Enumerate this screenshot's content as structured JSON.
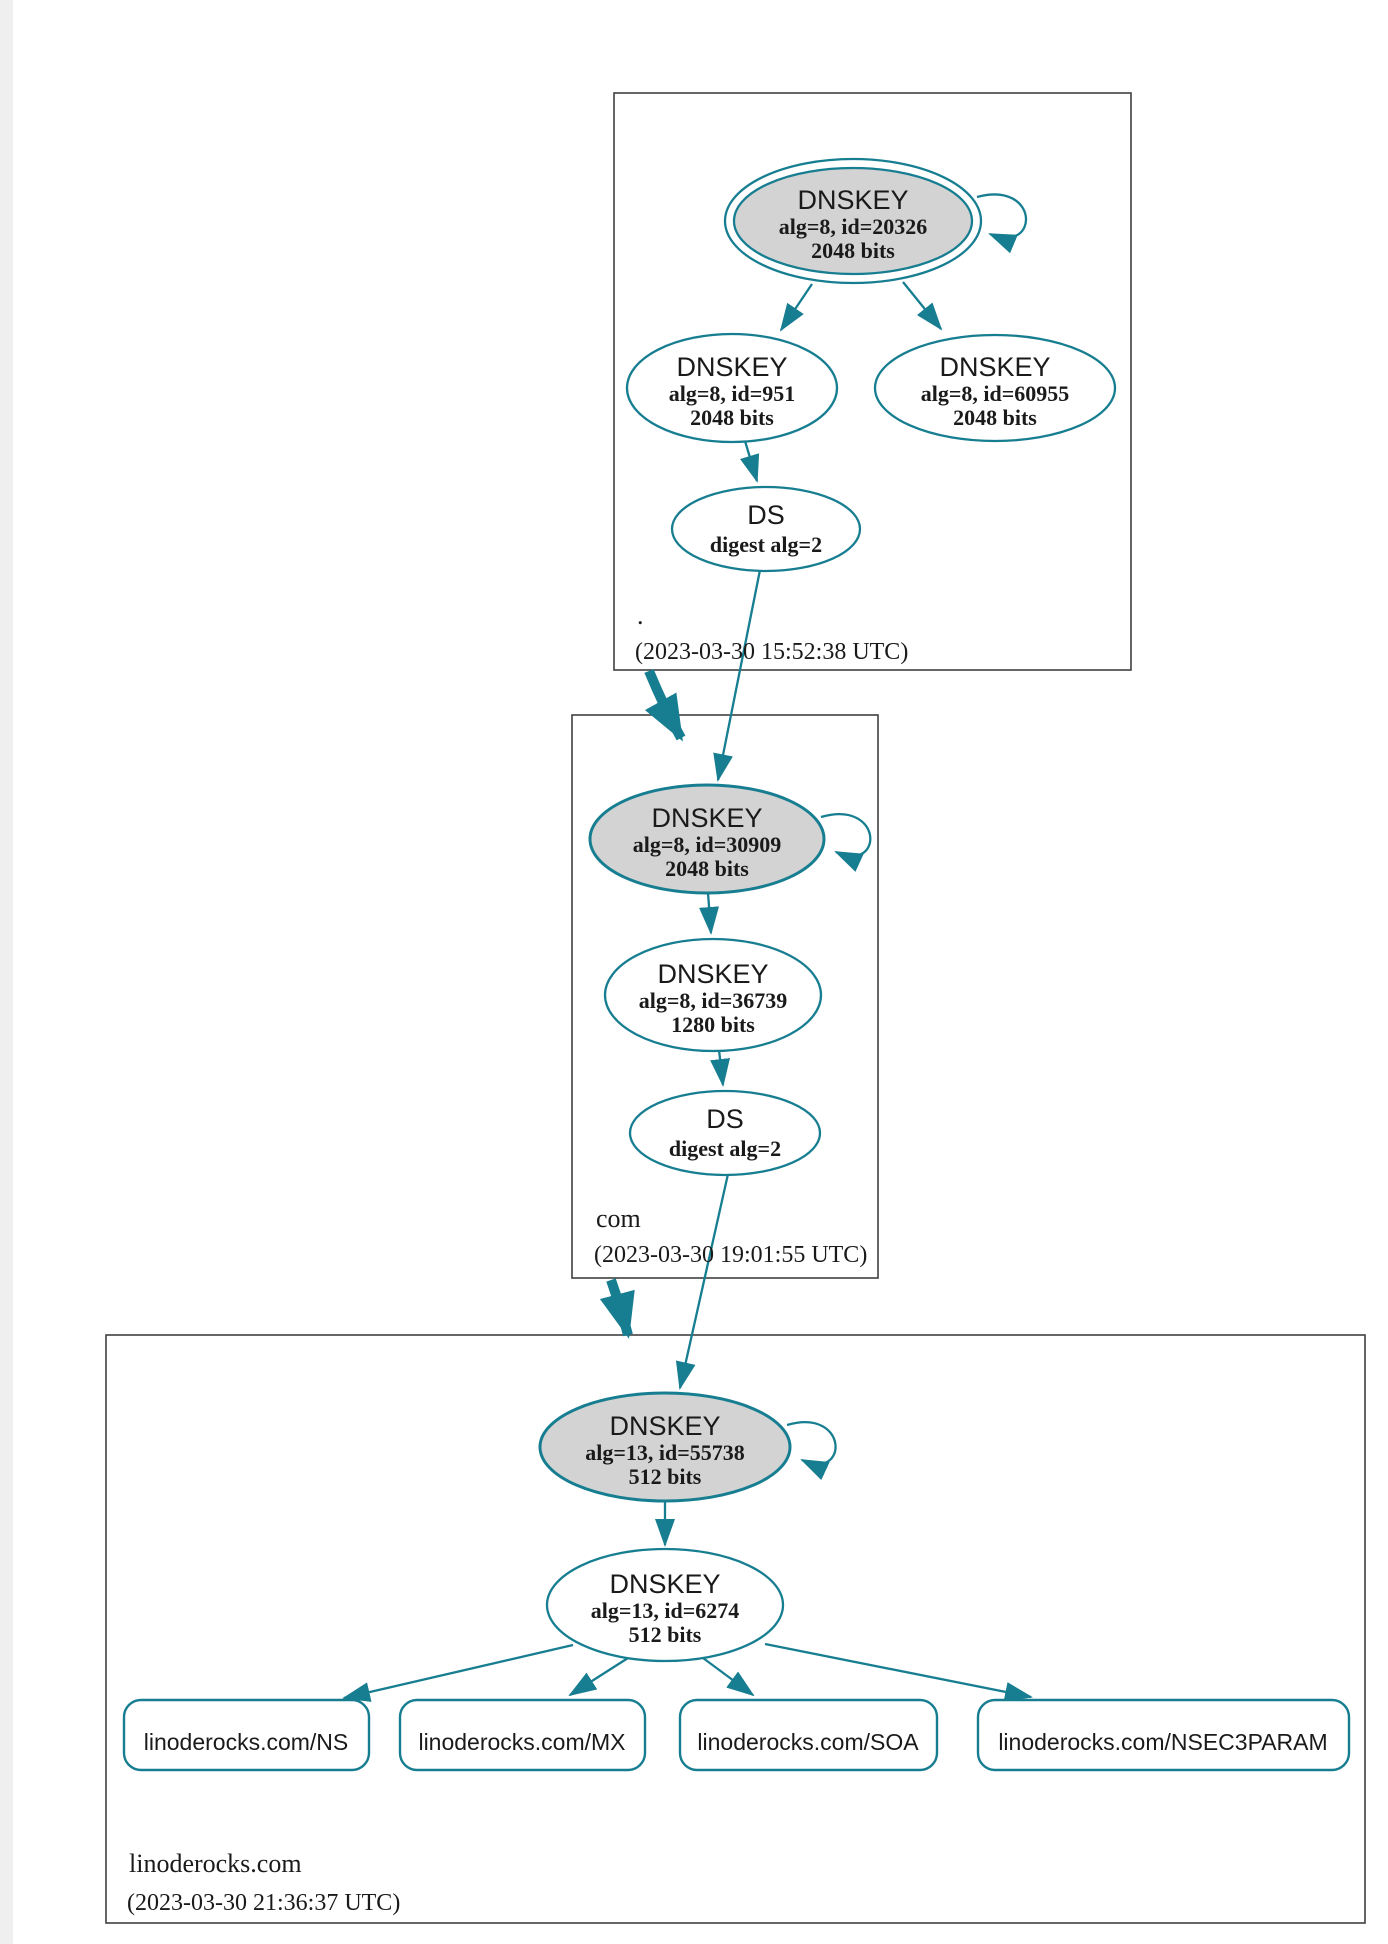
{
  "colors": {
    "secure": "#177e91",
    "ksk_fill": "#d3d3d3",
    "zone_border": "#404040"
  },
  "zones": [
    {
      "label": ".",
      "timestamp": "(2023-03-30 15:52:38 UTC)",
      "nodes": {
        "ksk": {
          "title": "DNSKEY",
          "detail": "alg=8, id=20326",
          "bits": "2048 bits"
        },
        "zsk": {
          "title": "DNSKEY",
          "detail": "alg=8, id=951",
          "bits": "2048 bits"
        },
        "zsk2": {
          "title": "DNSKEY",
          "detail": "alg=8, id=60955",
          "bits": "2048 bits"
        },
        "ds": {
          "title": "DS",
          "detail": "digest alg=2"
        }
      }
    },
    {
      "label": "com",
      "timestamp": "(2023-03-30 19:01:55 UTC)",
      "nodes": {
        "ksk": {
          "title": "DNSKEY",
          "detail": "alg=8, id=30909",
          "bits": "2048 bits"
        },
        "zsk": {
          "title": "DNSKEY",
          "detail": "alg=8, id=36739",
          "bits": "1280 bits"
        },
        "ds": {
          "title": "DS",
          "detail": "digest alg=2"
        }
      }
    },
    {
      "label": "linoderocks.com",
      "timestamp": "(2023-03-30 21:36:37 UTC)",
      "nodes": {
        "ksk": {
          "title": "DNSKEY",
          "detail": "alg=13, id=55738",
          "bits": "512 bits"
        },
        "zsk": {
          "title": "DNSKEY",
          "detail": "alg=13, id=6274",
          "bits": "512 bits"
        }
      },
      "rrsets": [
        {
          "label": "linoderocks.com/NS"
        },
        {
          "label": "linoderocks.com/MX"
        },
        {
          "label": "linoderocks.com/SOA"
        },
        {
          "label": "linoderocks.com/NSEC3PARAM"
        }
      ]
    }
  ]
}
